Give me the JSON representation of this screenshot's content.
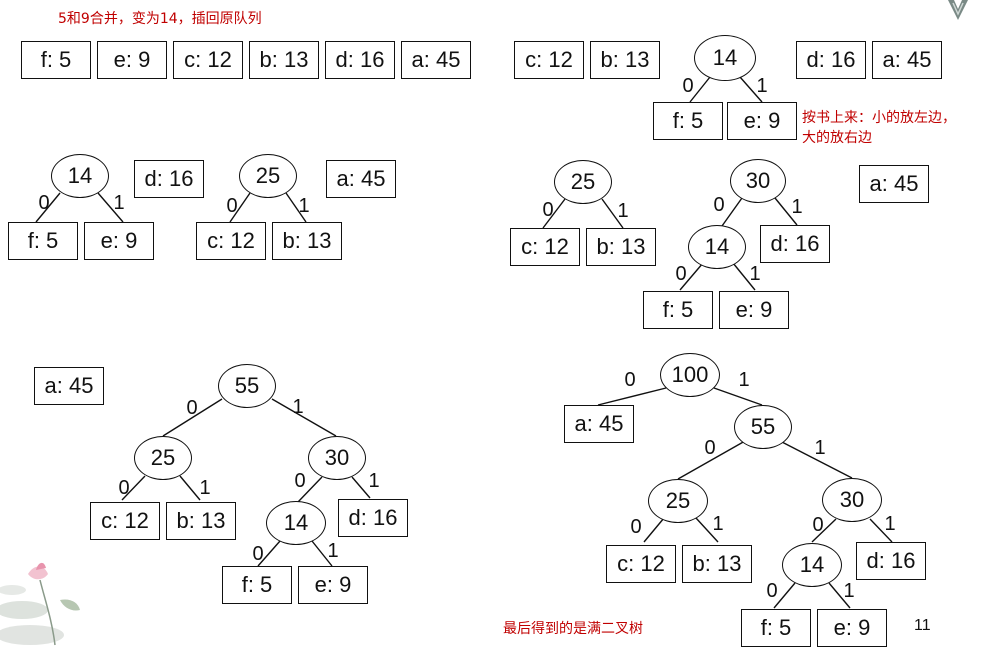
{
  "notes": {
    "merge_note": "5和9合并，变为14，插回原队列",
    "rule_note_line1": "按书上来：小的放左边，",
    "rule_note_line2": "大的放右边",
    "final_note": "最后得到的是满二叉树"
  },
  "page_number": "11",
  "edge_labels": {
    "left": "0",
    "right": "1"
  },
  "initial_queue": [
    "f: 5",
    "e: 9",
    "c: 12",
    "b: 13",
    "d: 16",
    "a: 45"
  ],
  "step1_queue": [
    "c: 12",
    "b: 13",
    "d: 16",
    "a: 45"
  ],
  "step1_tree": {
    "root": "14",
    "left": "f: 5",
    "right": "e: 9"
  },
  "step2_queue": [
    "d: 16",
    "a: 45"
  ],
  "step2_trees": [
    {
      "root": "14",
      "left": "f: 5",
      "right": "e: 9"
    },
    {
      "root": "25",
      "left": "c: 12",
      "right": "b: 13"
    }
  ],
  "step3_trees": [
    {
      "root": "25",
      "left": "c: 12",
      "right": "b: 13"
    },
    {
      "root": "30",
      "left_node": "14",
      "right": "d: 16",
      "sub_left": "f: 5",
      "sub_right": "e: 9"
    }
  ],
  "step3_queue": [
    "a: 45"
  ],
  "step4_queue": [
    "a: 45"
  ],
  "step4_tree": {
    "root": "55",
    "mid_left": "25",
    "mid_right": "30",
    "c": "c: 12",
    "b": "b: 13",
    "n14": "14",
    "d": "d: 16",
    "f": "f: 5",
    "e": "e: 9"
  },
  "final_tree": {
    "root": "100",
    "a": "a: 45",
    "n55": "55",
    "n25": "25",
    "n30": "30",
    "c": "c: 12",
    "b": "b: 13",
    "n14": "14",
    "d": "d: 16",
    "f": "f: 5",
    "e": "e: 9"
  }
}
